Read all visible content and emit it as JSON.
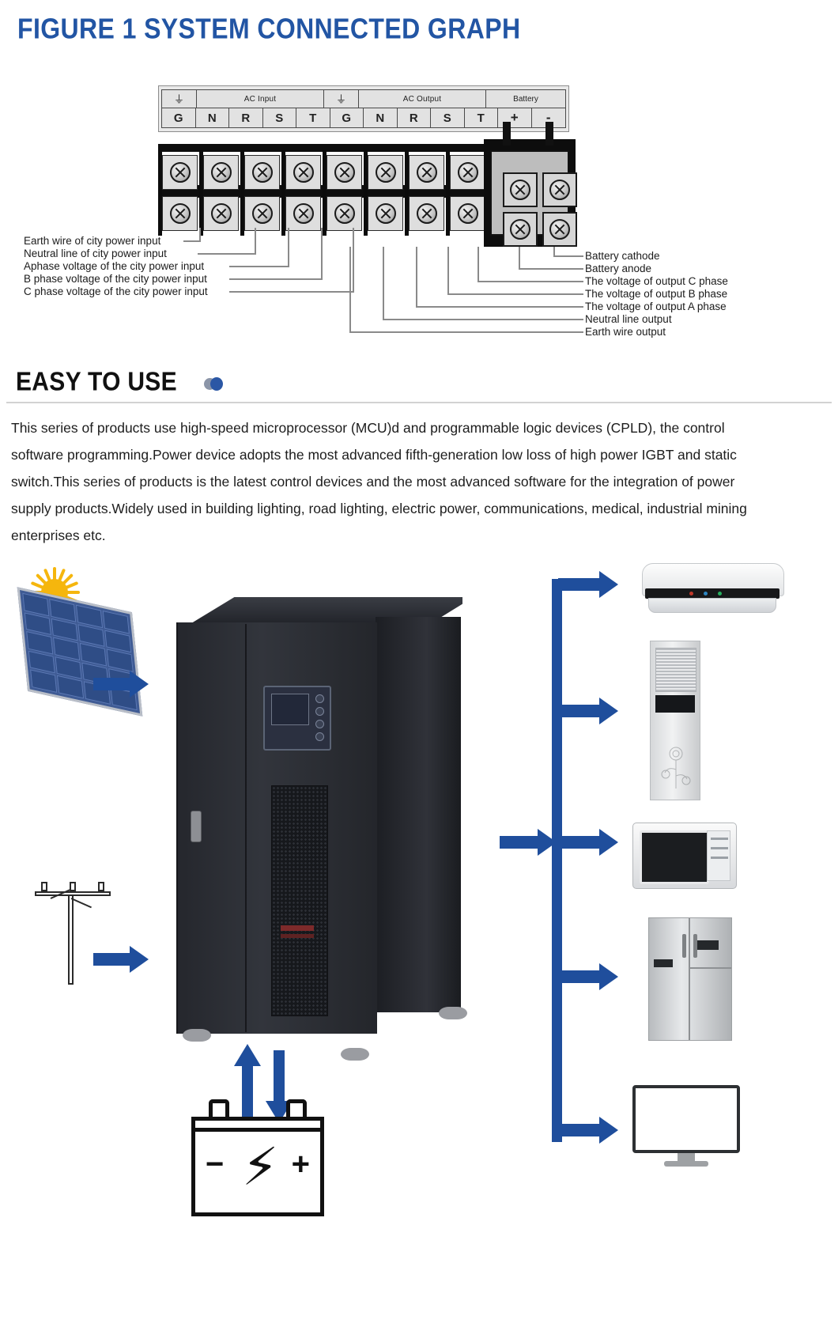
{
  "figure": {
    "title": "FIGURE 1 SYSTEM CONNECTED GRAPH",
    "title_color": "#2255a4",
    "terminal_block": {
      "sections": [
        {
          "label": "ground-1",
          "type": "ground-icon"
        },
        {
          "label": "AC Input",
          "type": "section"
        },
        {
          "label": "ground-2",
          "type": "ground-icon"
        },
        {
          "label": "AC Output",
          "type": "section"
        },
        {
          "label": "Battery",
          "type": "section"
        }
      ],
      "section_headers": {
        "ac_input": "AC Input",
        "ac_output": "AC Output",
        "battery": "Battery"
      },
      "terminals": [
        "G",
        "N",
        "R",
        "S",
        "T",
        "G",
        "N",
        "R",
        "S",
        "T",
        "+",
        "-"
      ],
      "battery_terminals": [
        "+",
        "-"
      ]
    },
    "callouts_left": [
      "Earth wire of city power input",
      "Neutral line of city power input",
      "Aphase voltage of the city power input",
      "B phase voltage of the city power input",
      "C phase voltage of the city power input"
    ],
    "callouts_right": [
      "Battery cathode",
      "Battery anode",
      "The voltage of output C phase",
      "The voltage of output B phase",
      "The voltage of output A phase",
      "Neutral line output",
      "Earth wire output"
    ]
  },
  "easy_to_use": {
    "heading": "EASY TO USE",
    "accent_grey": "#8b95a8",
    "accent_blue": "#2b57a5",
    "paragraph": "This series of products use high-speed microprocessor (MCU)d and programmable logic devices (CPLD), the control software programming.Power device adopts the most advanced fifth-generation low loss of high power IGBT and static switch.This series of products is the latest control devices and the most advanced software for the integration of power supply products.Widely used in building lighting, road lighting, electric power, communications, medical, industrial mining enterprises etc."
  },
  "diagram": {
    "arrow_color": "#1f4e9c",
    "sources": [
      {
        "name": "solar-panel",
        "icon": "solar-panel-icon"
      },
      {
        "name": "utility-grid-pole",
        "icon": "power-pole-icon"
      },
      {
        "name": "battery-bank",
        "icon": "battery-icon"
      }
    ],
    "center": {
      "name": "ups-inverter-cabinet",
      "icon": "cabinet-icon"
    },
    "loads": [
      {
        "name": "split-air-conditioner",
        "icon": "air-conditioner-icon"
      },
      {
        "name": "floor-standing-air-conditioner",
        "icon": "floor-ac-icon"
      },
      {
        "name": "microwave-oven",
        "icon": "microwave-icon"
      },
      {
        "name": "refrigerator",
        "icon": "refrigerator-icon"
      },
      {
        "name": "computer-monitor",
        "icon": "monitor-icon"
      }
    ],
    "battery_symbols": {
      "negative": "−",
      "positive": "+",
      "bolt": "⚡"
    }
  }
}
